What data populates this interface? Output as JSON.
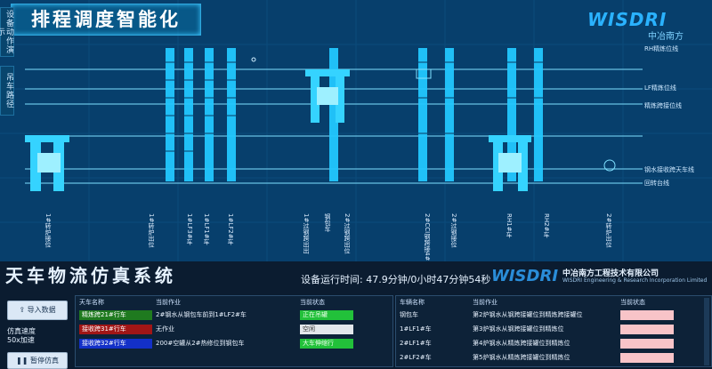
{
  "header": {
    "title": "排程调度智能化",
    "logo": "WISDRI",
    "logo_sub": "中冶南方"
  },
  "sidenav": [
    {
      "label": "设备动作演示"
    },
    {
      "label": "吊车路径"
    }
  ],
  "rails": [
    {
      "label": "RH精炼位线"
    },
    {
      "label": "LF精炼位线"
    },
    {
      "label": "精炼跨接位线"
    },
    {
      "label": "钢水接收跨天车线"
    },
    {
      "label": "回转台线"
    }
  ],
  "positions": [
    {
      "label": "1#转炉接位"
    },
    {
      "label": "1#转炉出位"
    },
    {
      "label": "1#LF3#车"
    },
    {
      "label": "1#LF1#车"
    },
    {
      "label": "1#LF2#车"
    },
    {
      "label": "1#过钢跨出出"
    },
    {
      "label": "钢包车"
    },
    {
      "label": "2#过钢跨出位"
    },
    {
      "label": "2#CCI钢跨接4#1#车"
    },
    {
      "label": "2#过钢接位"
    },
    {
      "label": "RH1#车"
    },
    {
      "label": "RH2#车"
    },
    {
      "label": "2#转炉出位"
    }
  ],
  "sim": {
    "title": "天车物流仿真系统",
    "runtime_label": "设备运行时间:",
    "runtime_value": "47.9分钟/0小时47分钟54秒",
    "logo": "WISDRI",
    "company": "中冶南方工程技术有限公司",
    "company_en": "WISDRI Engineering & Research Incorporation Limited"
  },
  "controls": {
    "import_button": "导入数据",
    "speed_label": "仿真速度",
    "speed_value": "50x加速",
    "pause_button": "暂停仿真"
  },
  "left_table": {
    "headers": [
      "天车名称",
      "当前作业",
      "当前状态"
    ],
    "rows": [
      {
        "crane": "精炼跨21#行车",
        "crane_color": "#1f7a1f",
        "task": "2#钢水从钢包车前到1#LF2#车",
        "status": "正在吊罐",
        "status_color": "#22c13a"
      },
      {
        "crane": "接收跨31#行车",
        "crane_color": "#a11616",
        "task": "无作业",
        "status": "空闲",
        "status_color": "#e3e7eb"
      },
      {
        "crane": "接收跨32#行车",
        "crane_color": "#1330c8",
        "task": "200#空罐从2#热修位到钢包车",
        "status": "大车伸缩行",
        "status_color": "#22c13a"
      }
    ]
  },
  "right_table": {
    "headers": [
      "车辆名称",
      "当前作业",
      "当前状态"
    ],
    "rows": [
      {
        "vehicle": "钢包车",
        "task": "第2炉钢水从钢跨接罐位到精炼跨接罐位"
      },
      {
        "vehicle": "1#LF1#车",
        "task": "第3炉钢水从钢跨接罐位到精炼位"
      },
      {
        "vehicle": "2#LF1#车",
        "task": "第4炉钢水从精炼跨接罐位到精炼位"
      },
      {
        "vehicle": "2#LF2#车",
        "task": "第5炉钢水从精炼跨接罐位到精炼位"
      }
    ]
  }
}
